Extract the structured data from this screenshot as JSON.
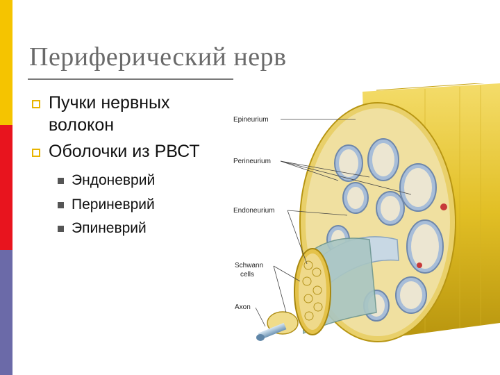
{
  "slide": {
    "title": "Периферический нерв",
    "bullets": [
      {
        "line1": "Пучки нервных",
        "line2": "волокон"
      },
      {
        "line1": "Оболочки из РВСТ"
      }
    ],
    "sub_bullets": [
      "Эндоневрий",
      "Периневрий",
      "Эпиневрий"
    ]
  },
  "diagram": {
    "labels": {
      "epineurium": "Epineurium",
      "perineurium": "Perineurium",
      "endoneurium": "Endoneurium",
      "schwann_1": "Schwann",
      "schwann_2": "cells",
      "axon": "Axon"
    }
  },
  "colors": {
    "stripe_yellow": "#f5c400",
    "stripe_red": "#e8141e",
    "stripe_purple": "#6b6aa8",
    "nerve_yellow": "#e8c830",
    "fascicle_blue": "#9fb6d4"
  }
}
